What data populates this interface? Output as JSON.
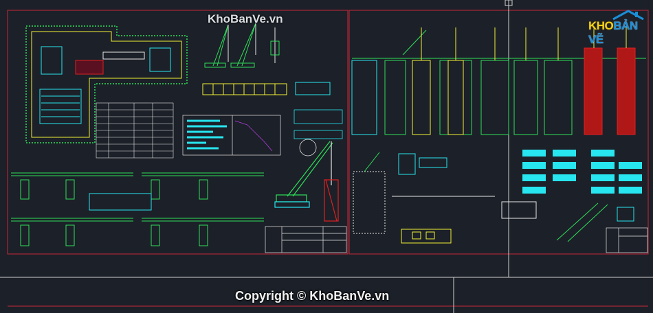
{
  "watermark": {
    "top": "KhoBanVe.vn",
    "bottom": "Copyright © KhoBanVe.vn"
  },
  "logo": {
    "part1": "KHO",
    "part2": "BẢN VẼ"
  },
  "colors": {
    "background": "#1c2028",
    "frame": "#c8283a",
    "green": "#2ee05a",
    "cyan": "#27e6f0",
    "yellow": "#f2f236",
    "white": "#e8e8e8",
    "red": "#e02020",
    "blue": "#3a6cf0"
  }
}
